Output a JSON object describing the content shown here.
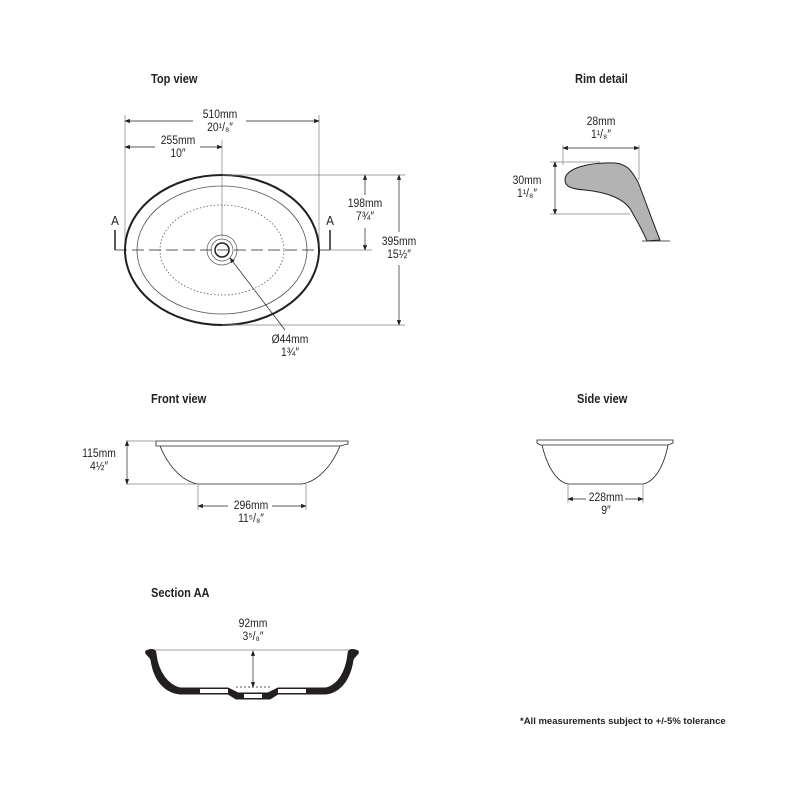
{
  "colors": {
    "ink": "#231f20",
    "fill_gray": "#b3b3b3",
    "line_gray": "#808080"
  },
  "top_view": {
    "title": "Top view",
    "width_mm": "510mm",
    "width_in": "20¹/₈″",
    "half_width_mm": "255mm",
    "half_width_in": "10″",
    "half_depth_mm": "198mm",
    "half_depth_in": "7¾″",
    "depth_mm": "395mm",
    "depth_in": "15½″",
    "drain_mm": "Ø44mm",
    "drain_in": "1¾″",
    "section_marker_left": "A",
    "section_marker_right": "A"
  },
  "rim_detail": {
    "title": "Rim detail",
    "width_mm": "28mm",
    "width_in": "1¹/₈″",
    "height_mm": "30mm",
    "height_in": "1¹/₈″"
  },
  "front_view": {
    "title": "Front view",
    "height_mm": "115mm",
    "height_in": "4½″",
    "base_mm": "296mm",
    "base_in": "11⁵/₈″"
  },
  "side_view": {
    "title": "Side view",
    "base_mm": "228mm",
    "base_in": "9″"
  },
  "section_aa": {
    "title": "Section AA",
    "depth_mm": "92mm",
    "depth_in": "3⁵/₈″"
  },
  "footnote": "*All measurements subject to +/-5% tolerance"
}
